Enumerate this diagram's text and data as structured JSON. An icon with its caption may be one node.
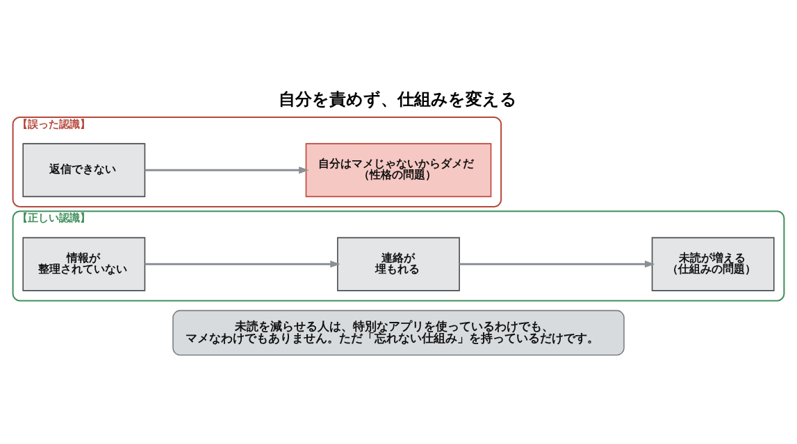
{
  "diagram": {
    "title": "自分を責めず、仕組みを変える",
    "nodes": [
      {
        "text": [
          "【誤った認識】"
        ]
      },
      {
        "text": [
          "返信できない"
        ],
        "in": 0
      },
      {
        "text": [
          "自分はマメじゃないからダメだ（性格の問題）"
        ],
        "in": 0
      },
      {
        "text": [
          "【正しい認識】"
        ]
      },
      {
        "text": [
          "情報が整理されていない"
        ],
        "in": 3
      },
      {
        "text": [
          "連絡が埋もれる"
        ],
        "in": 3
      },
      {
        "text": [
          "未読が増える（仕組みの問題）"
        ],
        "in": 3
      },
      {
        "text": [
          "未読を減らせる人は、特別なアプリを使っているわけでも、マメなわけでもありません。ただ「忘れない仕組み」を持っているだけです。"
        ]
      }
    ],
    "edges": [
      {
        "from": 1,
        "to": 2,
        "arrow": "to"
      },
      {
        "from": 4,
        "to": 5,
        "arrow": "to"
      },
      {
        "from": 5,
        "to": 6,
        "arrow": "to"
      }
    ]
  }
}
